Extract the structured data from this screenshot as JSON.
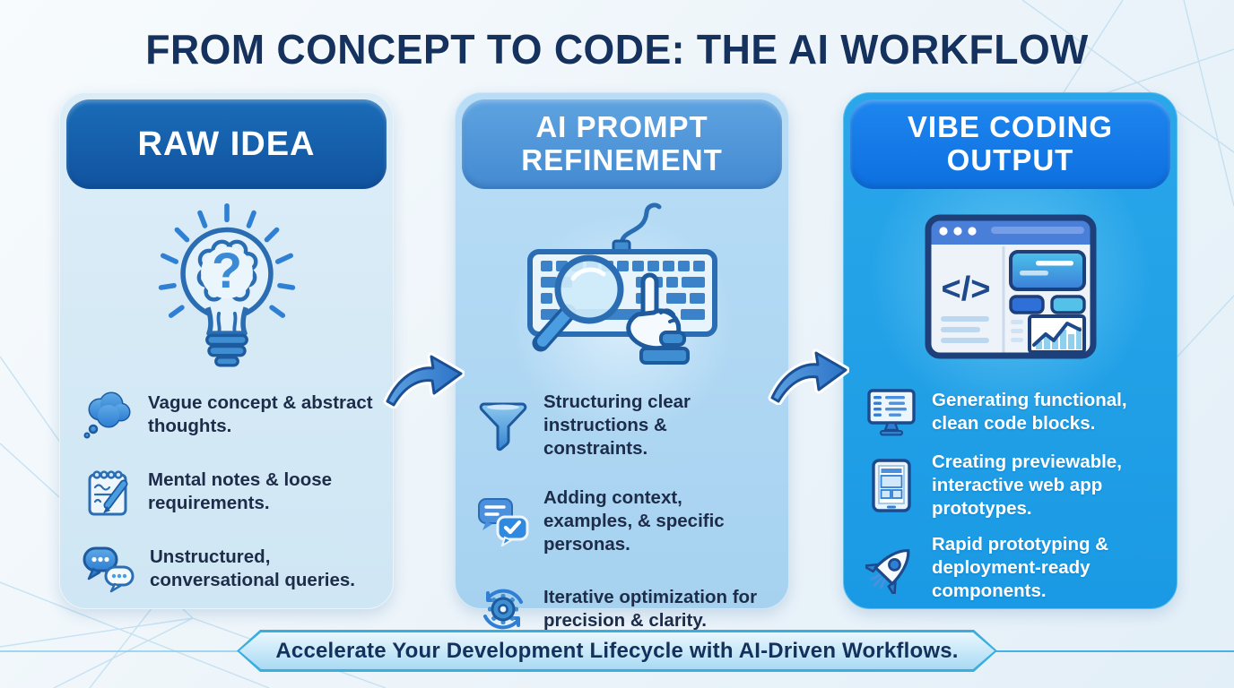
{
  "title": "FROM CONCEPT TO CODE: THE AI WORKFLOW",
  "columns": [
    {
      "id": "raw-idea",
      "header": "RAW IDEA",
      "main_icon": "lightbulb-brain-icon",
      "items": [
        {
          "icon": "thought-cloud-icon",
          "text": "Vague concept & abstract thoughts."
        },
        {
          "icon": "notepad-pen-icon",
          "text": "Mental notes & loose requirements."
        },
        {
          "icon": "chat-bubbles-icon",
          "text": "Unstructured, conversational queries."
        }
      ]
    },
    {
      "id": "ai-prompt-refinement",
      "header": "AI PROMPT REFINEMENT",
      "main_icon": "keyboard-magnifier-hand-icon",
      "items": [
        {
          "icon": "funnel-icon",
          "text": "Structuring clear instructions & constraints."
        },
        {
          "icon": "chat-check-icon",
          "text": "Adding context, examples, & specific personas."
        },
        {
          "icon": "gear-cycle-icon",
          "text": "Iterative optimization for precision & clarity."
        }
      ]
    },
    {
      "id": "vibe-coding-output",
      "header": "VIBE CODING OUTPUT",
      "main_icon": "browser-window-code-icon",
      "items": [
        {
          "icon": "monitor-code-icon",
          "text": "Generating functional, clean code blocks."
        },
        {
          "icon": "tablet-prototype-icon",
          "text": "Creating previewable, interactive web app prototypes."
        },
        {
          "icon": "rocket-icon",
          "text": "Rapid prototyping & deployment-ready components."
        }
      ]
    }
  ],
  "banner": "Accelerate Your Development Lifecycle with AI-Driven Workflows.",
  "colors": {
    "title_text": "#15325e",
    "card1_header_bg": "#1563ad",
    "card1_bg": "#d3e8f6",
    "card2_header_bg": "#4f97da",
    "card2_bg": "#aed7f2",
    "card3_header_bg": "#127de9",
    "card3_bg": "#21a1e8",
    "arrow_fill": "#4a90dd",
    "banner_border": "#3aaede",
    "banner_text": "#14305c",
    "dark_text": "#1d2c49",
    "light_text": "#ffffff"
  }
}
